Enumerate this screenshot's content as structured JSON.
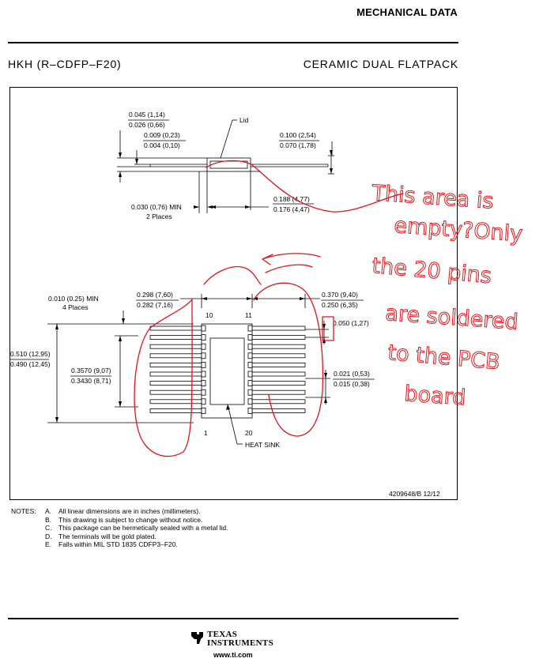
{
  "header": {
    "title": "MECHANICAL DATA"
  },
  "package": {
    "id": "HKH (R–CDFP–F20)",
    "type": "CERAMIC DUAL FLATPACK"
  },
  "drawing": {
    "dim_lid_height_max": "0.045 (1,14)",
    "dim_lid_height_min": "0.026 (0,66)",
    "dim_lead_thick_max": "0.009 (0,23)",
    "dim_lead_thick_min": "0.004 (0,10)",
    "label_lid": "Lid",
    "dim_lead_len_max": "0.100 (2,54)",
    "dim_lead_len_min": "0.070 (1,78)",
    "dim_030": "0.030 (0,76) MIN",
    "dim_030_places": "2 Places",
    "dim_body_max": "0.188 (4,77)",
    "dim_body_min": "0.176 (4,47)",
    "dim_010": "0.010 (0.25) MIN",
    "dim_010_places": "4 Places",
    "dim_298": "0.298 (7,60)",
    "dim_282": "0.282 (7,16)",
    "dim_370": "0.370 (9,40)",
    "dim_250": "0.250 (6,35)",
    "pin_10": "10",
    "pin_11": "11",
    "pin_1": "1",
    "pin_20": "20",
    "dim_050": "0.050 (1,27)",
    "dim_510": "0.510 (12,95)",
    "dim_490": "0.490 (12,45)",
    "dim_3570": "0.3570 (9,07)",
    "dim_3430": "0.3430 (8,71)",
    "dim_021": "0.021 (0,53)",
    "dim_015": "0.015 (0,38)",
    "label_heat_sink": "HEAT SINK",
    "drawing_number": "4209648/B  12/12"
  },
  "annotation": {
    "line1": "This area is",
    "line2": "empty?Only",
    "line3": "the 20 pins",
    "line4": "are soldered",
    "line5": "to the PCB",
    "line6": "board",
    "color": "#e0141b"
  },
  "notes": {
    "label": "NOTES:",
    "items": [
      {
        "letter": "A.",
        "text": "All linear dimensions are in inches (millimeters)."
      },
      {
        "letter": "B.",
        "text": "This drawing is subject to change without notice."
      },
      {
        "letter": "C.",
        "text": "This package can be hermetically sealed with a metal lid."
      },
      {
        "letter": "D.",
        "text": "The terminals will be gold plated."
      },
      {
        "letter": "E.",
        "text": "Falls within MIL STD 1835 CDFP3–F20."
      }
    ]
  },
  "footer": {
    "logo_icon": "ti-logo-icon",
    "brand_line1": "TEXAS",
    "brand_line2": "INSTRUMENTS",
    "url": "www.ti.com"
  }
}
